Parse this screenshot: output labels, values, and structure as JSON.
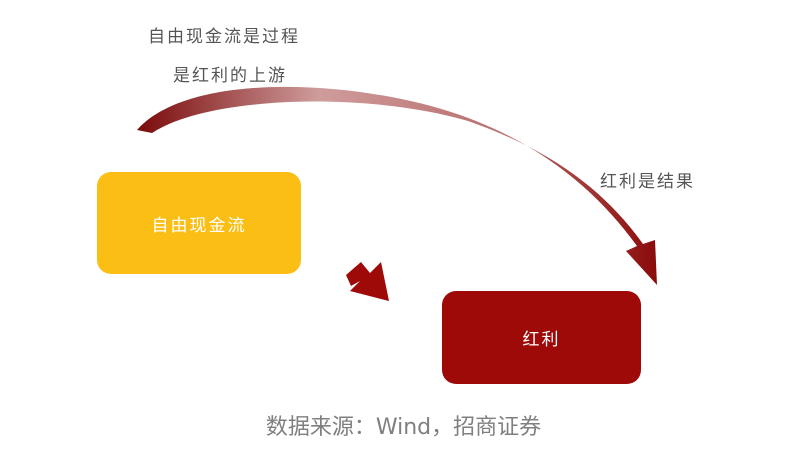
{
  "annotations": {
    "process_line1": "自由现金流是过程",
    "process_line2": "是红利的上游",
    "result": "红利是结果"
  },
  "nodes": {
    "fcf": "自由现金流",
    "dividend": "红利"
  },
  "source": "数据来源：Wind，招商证券",
  "colors": {
    "fcf_box": "#fbbe14",
    "dividend_box": "#9e0a08",
    "arrow": "#8b0a0a",
    "text": "#555555",
    "source_text": "#7f7f7f"
  }
}
